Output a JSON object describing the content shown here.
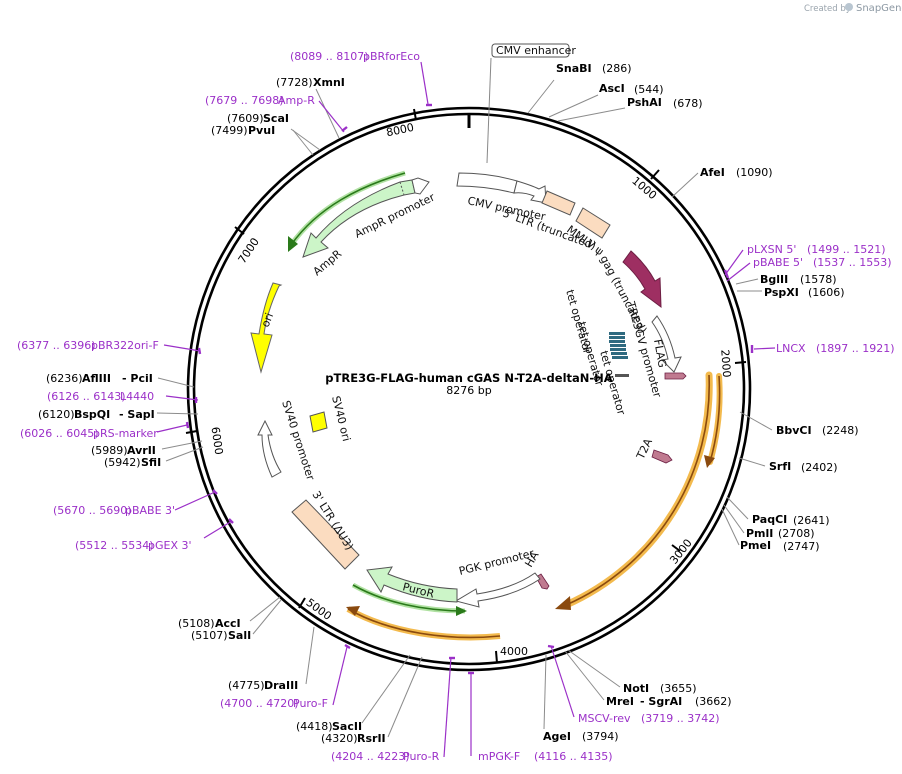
{
  "plasmid": {
    "name": "pTRE3G-FLAG-human cGAS N-T2A-deltaN-HA",
    "size": "8276 bp"
  },
  "credit": {
    "prefix": "Created by",
    "brand": "SnapGene"
  },
  "ring_ticks": [
    "1000",
    "2000",
    "3000",
    "4000",
    "5000",
    "6000",
    "7000",
    "8000"
  ],
  "enzymes": [
    {
      "name": "SnaBI",
      "pos": "(286)"
    },
    {
      "name": "AscI",
      "pos": "(544)"
    },
    {
      "name": "PshAI",
      "pos": "(678)"
    },
    {
      "name": "AfeI",
      "pos": "(1090)"
    },
    {
      "name": "BglII",
      "pos": "(1578)"
    },
    {
      "name": "PspXI",
      "pos": "(1606)"
    },
    {
      "name": "BbvCI",
      "pos": "(2248)"
    },
    {
      "name": "SrfI",
      "pos": "(2402)"
    },
    {
      "name": "PaqCI",
      "pos": "(2641)"
    },
    {
      "name": "PmlI",
      "pos": "(2708)"
    },
    {
      "name": "PmeI",
      "pos": "(2747)"
    },
    {
      "name": "NotI",
      "pos": "(3655)"
    },
    {
      "name": "MreI",
      "pos": "(3662)",
      "sep": "- SgrAI"
    },
    {
      "name": "AgeI",
      "pos": "(3794)"
    },
    {
      "name": "RsrII",
      "pos": "(4320)"
    },
    {
      "name": "SacII",
      "pos": "(4418)"
    },
    {
      "name": "DraIII",
      "pos": "(4775)"
    },
    {
      "name": "SalI",
      "pos": "(5107)"
    },
    {
      "name": "AccI",
      "pos": "(5108)"
    },
    {
      "name": "SfiI",
      "pos": "(5942)"
    },
    {
      "name": "AvrII",
      "pos": "(5989)"
    },
    {
      "name": "BspQI",
      "pos": "(6120)",
      "sep": "- SapI"
    },
    {
      "name": "AflIII",
      "pos": "(6236)",
      "sep": "- PciI"
    },
    {
      "name": "PvuI",
      "pos": "(7499)"
    },
    {
      "name": "ScaI",
      "pos": "(7609)"
    },
    {
      "name": "XmnI",
      "pos": "(7728)"
    }
  ],
  "primers": [
    {
      "name": "pBRforEco",
      "range": "(8089 .. 8107)"
    },
    {
      "name": "Amp-R",
      "range": "(7679 .. 7698)"
    },
    {
      "name": "pLXSN 5'",
      "range": "(1499 .. 1521)"
    },
    {
      "name": "pBABE 5'",
      "range": "(1537 .. 1553)"
    },
    {
      "name": "LNCX",
      "range": "(1897 .. 1921)"
    },
    {
      "name": "MSCV-rev",
      "range": "(3719 .. 3742)"
    },
    {
      "name": "mPGK-F",
      "range": "(4116 .. 4135)"
    },
    {
      "name": "Puro-R",
      "range": "(4204 .. 4223)"
    },
    {
      "name": "Puro-F",
      "range": "(4700 .. 4720)"
    },
    {
      "name": "pGEX 3'",
      "range": "(5512 .. 5534)"
    },
    {
      "name": "pBABE 3'",
      "range": "(5670 .. 5690)"
    },
    {
      "name": "pRS-marker",
      "range": "(6026 .. 6045)"
    },
    {
      "name": "L4440",
      "range": "(6126 .. 6143)"
    },
    {
      "name": "pBR322ori-F",
      "range": "(6377 .. 6396)"
    }
  ],
  "features": {
    "cmv_enhancer": "CMV enhancer",
    "cmv_promoter": "CMV promoter",
    "ltr_trunc": "5' LTR (truncated)",
    "mmlv_psi": "MMLV ψ",
    "gag": "gag (truncated)",
    "tre3gv": "TRE3GV promoter",
    "tet_op1": "tet operator",
    "tet_op2": "tet operator",
    "tet_op3": "tet operator",
    "flag": "FLAG",
    "t2a": "T2A",
    "ha": "HA",
    "pgk": "PGK promoter",
    "puror": "PuroR",
    "ltr3": "3' LTR (ΔU3)",
    "sv40_promoter": "SV40 promoter",
    "sv40_ori": "SV40 ori",
    "ori": "ori",
    "ampr": "AmpR",
    "ampr_promoter": "AmpR promoter"
  },
  "colors": {
    "ampr": "#ccf5c8",
    "ori": "#ffff00",
    "gag": "#9e2f62",
    "ltr": "#fbdcc0",
    "tet": "#2f6a80",
    "orf_glow": "#f2b23a",
    "primer": "#9b30c8",
    "flag": "#c07a90"
  }
}
